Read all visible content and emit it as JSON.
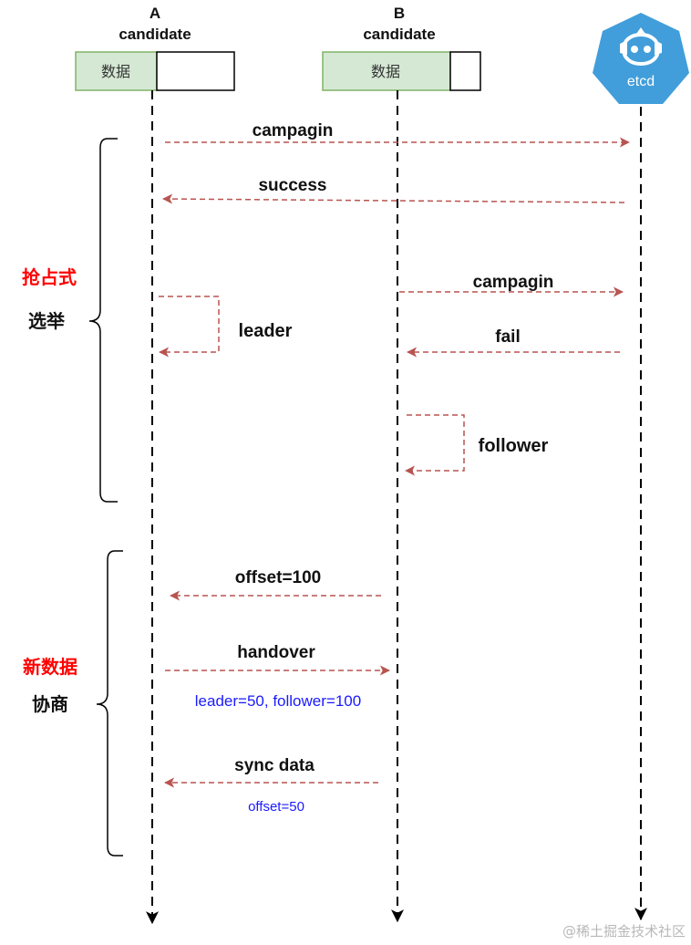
{
  "participants": [
    {
      "name": "A",
      "role": "candidate",
      "data_label": "数据"
    },
    {
      "name": "B",
      "role": "candidate",
      "data_label": "数据"
    },
    {
      "name": "etcd"
    }
  ],
  "phases": [
    {
      "line1": "抢占式",
      "line2": "选举"
    },
    {
      "line1": "新数据",
      "line2": "协商"
    }
  ],
  "messages": [
    {
      "label": "campagin",
      "from": "A",
      "to": "etcd"
    },
    {
      "label": "success",
      "from": "etcd",
      "to": "A"
    },
    {
      "label": "campagin",
      "from": "B",
      "to": "etcd"
    },
    {
      "label": "fail",
      "from": "etcd",
      "to": "B"
    },
    {
      "label": "leader",
      "from": "A",
      "to": "A"
    },
    {
      "label": "follower",
      "from": "B",
      "to": "B"
    },
    {
      "label": "offset=100",
      "from": "B",
      "to": "A"
    },
    {
      "label": "handover",
      "from": "A",
      "to": "B",
      "note": "leader=50, follower=100"
    },
    {
      "label": "sync data",
      "from": "B",
      "to": "A",
      "note": "offset=50"
    }
  ],
  "watermark": "@稀土掘金技术社区",
  "colors": {
    "message_line": "#b85450",
    "phase_highlight": "#ff0000",
    "note_text": "#1a1aff",
    "etcd_blue": "#419eda",
    "data_box_fill": "#d5e8d4",
    "data_box_border": "#82b366"
  }
}
